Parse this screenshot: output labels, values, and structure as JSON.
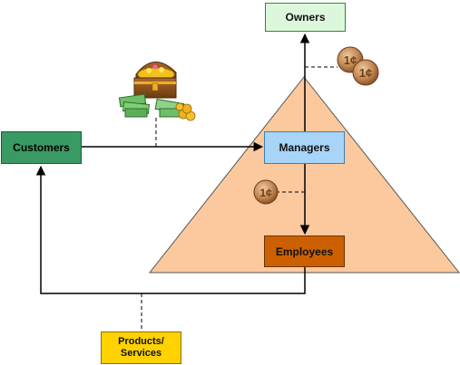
{
  "nodes": {
    "owners": {
      "label": "Owners",
      "fill": "#ddf7dd",
      "border": "#2f8a2f"
    },
    "customers": {
      "label": "Customers",
      "fill": "#3a9a63",
      "border": "#1f5a36"
    },
    "managers": {
      "label": "Managers",
      "fill": "#a8d4f7",
      "border": "#3f7fb5"
    },
    "employees": {
      "label": "Employees",
      "fill": "#cc6000",
      "border": "#6b3200"
    },
    "products": {
      "label": "Products/\nServices",
      "fill": "#ffd200",
      "border": "#8a7000"
    }
  },
  "coins": {
    "label": "1¢",
    "color": "#b97a46"
  },
  "icons": [
    "treasure-chest-icon",
    "cash-bundle-icon",
    "coin-icon"
  ],
  "colors": {
    "pyramid_fill": "#fcc99e",
    "pyramid_stroke": "#555555",
    "line": "#000000"
  }
}
